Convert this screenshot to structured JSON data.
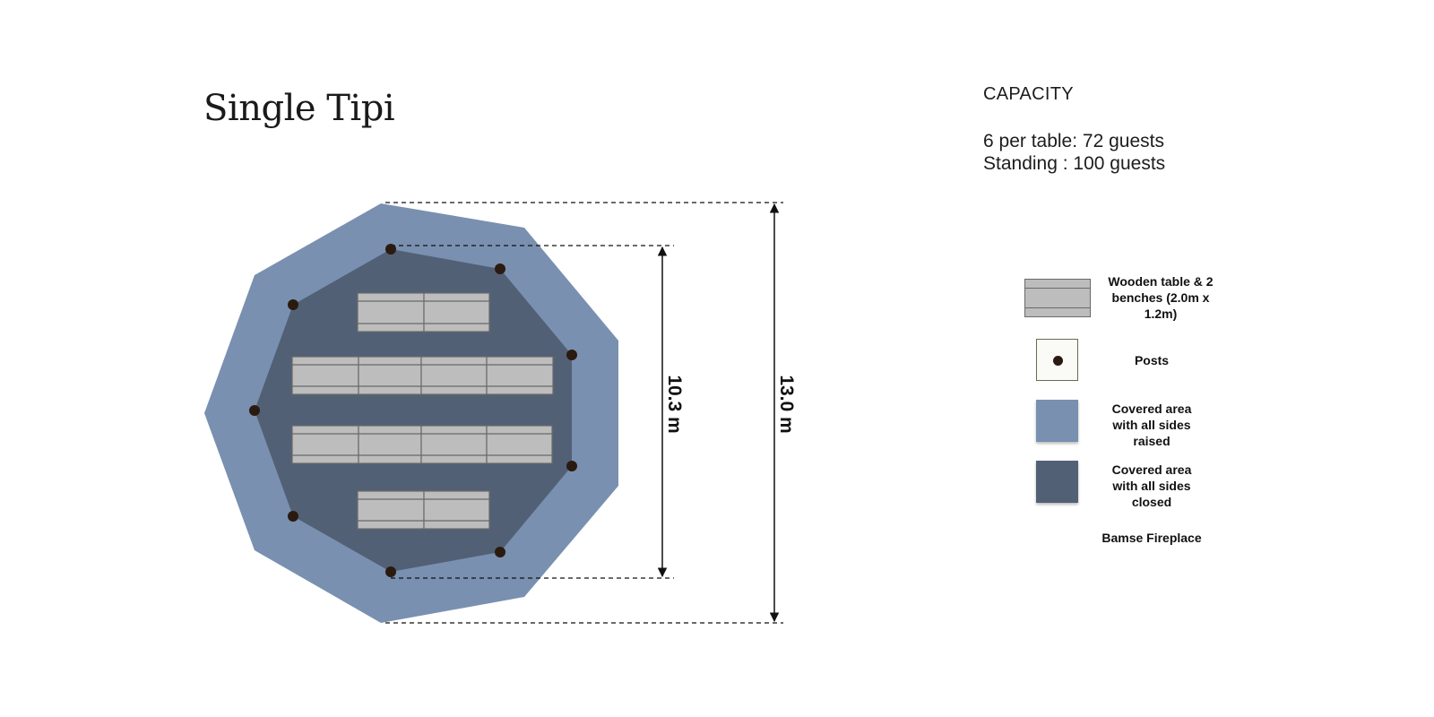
{
  "title": "Single Tipi",
  "capacity": {
    "heading": "CAPACITY",
    "lines": [
      "6 per table: 72 guests",
      "Standing : 100 guests"
    ]
  },
  "dimensions": {
    "inner": "10.3 m",
    "outer": "13.0 m"
  },
  "colors": {
    "covered_raised": "#7990b0",
    "covered_closed": "#526075",
    "table_fill": "#bdbdbd",
    "table_stroke": "#6a6a6a",
    "post": "#2a1a10"
  },
  "legend": {
    "table": "Wooden table & 2 benches (2.0m x 1.2m)",
    "posts": "Posts",
    "raised": "Covered area with all sides raised",
    "closed": "Covered area with all sides closed",
    "fireplace": "Bamse Fireplace"
  }
}
